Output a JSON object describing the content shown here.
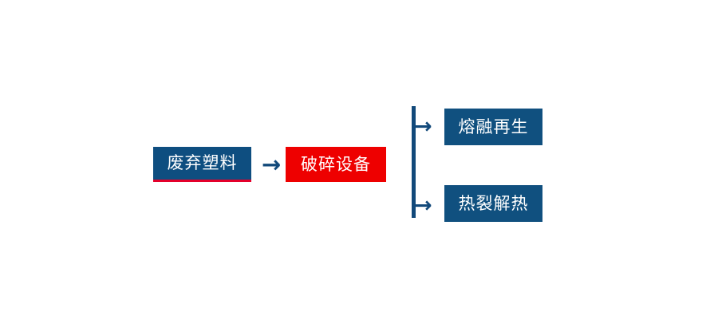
{
  "diagram": {
    "type": "process-flow",
    "orientation": "left-to-right",
    "background_color": "#ffffff",
    "colors": {
      "primary_blue": "#0E4E80",
      "node_blue": "#10507F",
      "accent_red": "#E4002B",
      "process_red": "#EE0000",
      "connector_blue": "#12497A",
      "label_text": "#ffffff"
    },
    "nodes": [
      {
        "id": "input",
        "label": "废弃塑料",
        "fill": "#0E4E80",
        "accent_underline": "#E4002B",
        "role": "input"
      },
      {
        "id": "process",
        "label": "破碎设备",
        "fill": "#EE0000",
        "accent_underline": "",
        "role": "process"
      },
      {
        "id": "output-top",
        "label": "熔融再生",
        "fill": "#10507F",
        "accent_underline": "",
        "role": "output"
      },
      {
        "id": "output-bottom",
        "label": "热裂解热",
        "fill": "#10507F",
        "accent_underline": "",
        "role": "output"
      }
    ],
    "connectors": [
      {
        "id": "main-arrow",
        "glyph": "→",
        "from": "input",
        "to": "process",
        "icon_name": "arrow-right-icon"
      },
      {
        "id": "branch-arrow-top",
        "glyph": "→",
        "from": "branch-stem",
        "to": "output-top",
        "icon_name": "arrow-right-icon"
      },
      {
        "id": "branch-arrow-bottom",
        "glyph": "→",
        "from": "branch-stem",
        "to": "output-bottom",
        "icon_name": "arrow-right-icon"
      }
    ],
    "bracket": {
      "id": "branch-stem",
      "orientation": "vertical",
      "color": "#12497A"
    }
  }
}
